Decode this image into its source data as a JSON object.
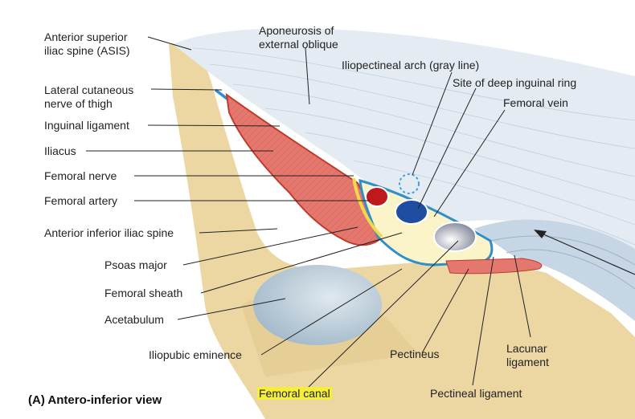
{
  "caption": "(A) Antero-inferior view",
  "labels": {
    "asis": "Anterior superior\niliac spine (ASIS)",
    "lat_cut": "Lateral cutaneous\nnerve of thigh",
    "inguinal": "Inguinal ligament",
    "iliacus": "Iliacus",
    "fem_nerve": "Femoral nerve",
    "fem_artery": "Femoral artery",
    "aiis": "Anterior inferior iliac spine",
    "psoas": "Psoas major",
    "sheath": "Femoral sheath",
    "acetabulum": "Acetabulum",
    "iliopubic": "Iliopubic eminence",
    "canal": "Femoral canal",
    "aponeurosis": "Aponeurosis of\nexternal oblique",
    "arch": "Iliopectineal arch (gray line)",
    "deep_ring": "Site of deep inguinal ring",
    "fem_vein": "Femoral vein",
    "pectineus": "Pectineus",
    "lacunar": "Lacunar\nligament",
    "pectineal": "Pectineal ligament"
  },
  "colors": {
    "bone": "#ecd7a3",
    "aponeurosis": "#e4ebf3",
    "muscle": "#e5786e",
    "sheath": "#2e8fc9",
    "artery": "#c0191c",
    "vein": "#1f4ea0",
    "highlight": "#f5ee3a"
  }
}
